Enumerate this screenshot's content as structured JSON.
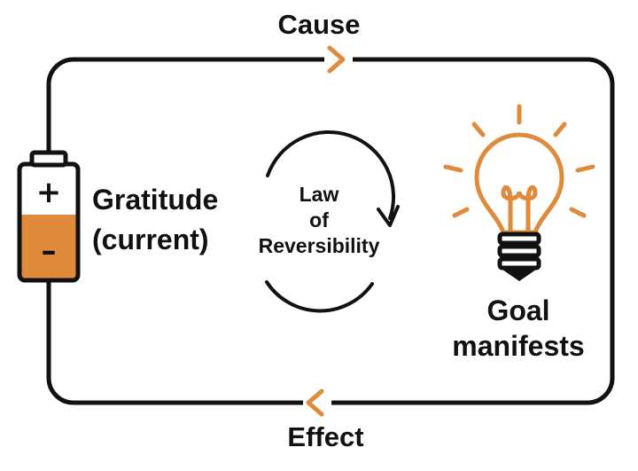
{
  "colors": {
    "accent": "#e08a3c",
    "line": "#111111",
    "background": "#ffffff"
  },
  "loop": {
    "top_label": "Cause",
    "bottom_label": "Effect"
  },
  "battery": {
    "positive_symbol": "+",
    "negative_symbol": "–"
  },
  "gratitude_label": [
    "Gratitude",
    "(current)"
  ],
  "center_label": [
    "Law",
    "of",
    "Reversibility"
  ],
  "goal_label": [
    "Goal",
    "manifests"
  ],
  "icons": [
    "battery-icon",
    "lightbulb-icon",
    "cycle-arrow-icon",
    "flow-arrow-icon"
  ]
}
